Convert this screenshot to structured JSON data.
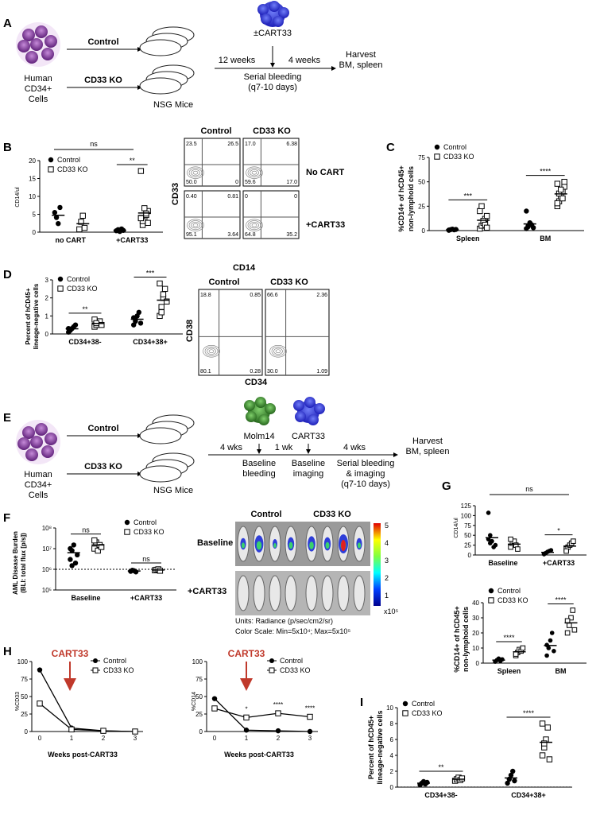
{
  "panels": {
    "A": {
      "letter": "A",
      "source_label": [
        "Human",
        "CD34+",
        "Cells"
      ],
      "arm_top": "Control",
      "arm_bottom": "CD33 KO",
      "mice_label": "NSG Mice",
      "cart_label": "±CART33",
      "t1": "12 weeks",
      "t2": "4 weeks",
      "bleed": [
        "Serial bleeding",
        "(q7-10 days)"
      ],
      "harvest": [
        "Harvest",
        "BM, spleen"
      ]
    },
    "B": {
      "letter": "B",
      "ylabel": "CD14/ul",
      "legend": [
        "Control",
        "CD33 KO"
      ],
      "groups": [
        "no CART",
        "+CART33"
      ],
      "ns": "ns",
      "sig": "**",
      "yticks": [
        "20",
        "15",
        "10",
        "5",
        "0"
      ],
      "flow": {
        "col_titles": [
          "Control",
          "CD33 KO"
        ],
        "row_titles": [
          "No CART",
          "+CART33"
        ],
        "xlabel": "CD14",
        "ylabel": "CD33",
        "quadrants": [
          [
            "23.5",
            "26.5",
            "50.0",
            "0"
          ],
          [
            "17.0",
            "6.38",
            "59.6",
            "17.0"
          ],
          [
            "0.40",
            "0.81",
            "95.1",
            "3.64"
          ],
          [
            "0",
            "0",
            "64.8",
            "35.2"
          ]
        ]
      }
    },
    "C": {
      "letter": "C",
      "ylabel": [
        "%CD14+ of hCD45+",
        "non-lymphoid cells"
      ],
      "legend": [
        "Control",
        "CD33 KO"
      ],
      "groups": [
        "Spleen",
        "BM"
      ],
      "sig": [
        "***",
        "****"
      ],
      "yticks": [
        "75",
        "50",
        "25",
        "0"
      ]
    },
    "D": {
      "letter": "D",
      "ylabel": [
        "Percent of hCD45+",
        "lineage-negative cells"
      ],
      "legend": [
        "Control",
        "CD33 KO"
      ],
      "groups": [
        "CD34+38-",
        "CD34+38+"
      ],
      "sig": [
        "**",
        "***"
      ],
      "yticks": [
        "3",
        "2",
        "1",
        "0"
      ],
      "flow": {
        "col_titles": [
          "Control",
          "CD33 KO"
        ],
        "xlabel": "CD34",
        "ylabel": "CD38",
        "quadrants": [
          [
            "18.8",
            "0.85",
            "80.1",
            "0.28"
          ],
          [
            "66.6",
            "2.36",
            "30.0",
            "1.09"
          ]
        ]
      }
    },
    "E": {
      "letter": "E",
      "source_label": [
        "Human",
        "CD34+",
        "Cells"
      ],
      "arm_top": "Control",
      "arm_bottom": "CD33 KO",
      "mice_label": "NSG Mice",
      "cell1": "Molm14",
      "cell2": "CART33",
      "t1": "4 wks",
      "t2": "1 wk",
      "t3": "4 wks",
      "step1": [
        "Baseline",
        "bleeding"
      ],
      "step2": [
        "Baseline",
        "imaging"
      ],
      "step3": [
        "Serial bleeding",
        "& imaging",
        "(q7-10 days)"
      ],
      "harvest": [
        "Harvest",
        "BM, spleen"
      ]
    },
    "F": {
      "letter": "F",
      "ylabel": [
        "AML Disease Burden",
        "(BLI: total flux [p/s])"
      ],
      "legend": [
        "Control",
        "CD33 KO"
      ],
      "groups": [
        "Baseline",
        "+CART33"
      ],
      "ns": [
        "ns",
        "ns"
      ],
      "yticks": [
        "10⁸",
        "10⁷",
        "10⁶",
        "10⁵"
      ],
      "img": {
        "col_titles": [
          "Control",
          "CD33 KO"
        ],
        "row_titles": [
          "Baseline",
          "+CART33"
        ],
        "scale": [
          "5",
          "4",
          "3",
          "2",
          "1"
        ],
        "scale_unit": "x10⁵",
        "units": "Units: Radiance (p/sec/cm2/sr)",
        "colorscale": "Color Scale: Min=5x10⁴; Max=5x10⁵"
      }
    },
    "G": {
      "letter": "G",
      "top": {
        "ylabel": "CD14/ul",
        "groups": [
          "Baseline",
          "+CART33"
        ],
        "ns": "ns",
        "sig": "*",
        "yticks": [
          "125",
          "100",
          "75",
          "50",
          "25",
          "0"
        ]
      },
      "bottom": {
        "ylabel": [
          "%CD14+ of hCD45+",
          "non-lymphoid cells"
        ],
        "legend": [
          "Control",
          "CD33 KO"
        ],
        "groups": [
          "Spleen",
          "BM"
        ],
        "sig": [
          "****",
          "****"
        ],
        "yticks": [
          "40",
          "30",
          "20",
          "10",
          "0"
        ]
      }
    },
    "H": {
      "letter": "H",
      "xlabel": "Weeks post-CART33",
      "cart_label": "CART33",
      "legend": [
        "Control",
        "CD33 KO"
      ],
      "left": {
        "ylabel": "%CD33",
        "yticks": [
          "100",
          "75",
          "50",
          "25",
          "0"
        ],
        "xticks": [
          "0",
          "1",
          "2",
          "3"
        ]
      },
      "right": {
        "ylabel": "%CD14",
        "yticks": [
          "100",
          "75",
          "50",
          "25",
          "0"
        ],
        "xticks": [
          "0",
          "1",
          "2",
          "3"
        ],
        "sig": [
          "*",
          "****",
          "****"
        ]
      }
    },
    "I": {
      "letter": "I",
      "ylabel": [
        "Percent of hCD45+",
        "lineage-negative cells"
      ],
      "legend": [
        "Control",
        "CD33 KO"
      ],
      "groups": [
        "CD34+38-",
        "CD34+38+"
      ],
      "sig": [
        "**",
        "****"
      ],
      "yticks": [
        "10",
        "8",
        "6",
        "4",
        "2",
        "0"
      ]
    }
  },
  "chart_data": [
    {
      "type": "scatter",
      "panel": "B",
      "ylim": [
        0,
        20
      ],
      "categories": [
        "no CART",
        "+CART33"
      ],
      "series": [
        {
          "name": "Control",
          "values": [
            [
              5.5,
              4.1,
              2.4,
              6.9
            ],
            [
              0.4,
              0.7,
              0.2,
              0.9,
              0.5
            ]
          ]
        },
        {
          "name": "CD33 KO",
          "values": [
            [
              0.8,
              2.9,
              4.6,
              1.2
            ],
            [
              17.1,
              2.0,
              3.6,
              4.8,
              5.9,
              4.0,
              3.1,
              6.7,
              5.2,
              2.6,
              3.9
            ]
          ]
        }
      ]
    },
    {
      "type": "scatter",
      "panel": "C",
      "ylim": [
        0,
        75
      ],
      "categories": [
        "Spleen",
        "BM"
      ],
      "series": [
        {
          "name": "Control",
          "values": [
            [
              0.5,
              1,
              1.5,
              0.8,
              1.2,
              0.3
            ],
            [
              2,
              4,
              8,
              6,
              3,
              20,
              5
            ]
          ]
        },
        {
          "name": "CD33 KO",
          "values": [
            [
              2,
              5,
              8,
              12,
              15,
              20,
              25,
              10,
              6,
              3
            ],
            [
              25,
              30,
              35,
              40,
              45,
              48,
              38,
              42,
              33,
              50,
              28
            ]
          ]
        }
      ]
    },
    {
      "type": "scatter",
      "panel": "D",
      "ylim": [
        0,
        3
      ],
      "categories": [
        "CD34+38-",
        "CD34+38+"
      ],
      "series": [
        {
          "name": "Control",
          "values": [
            [
              0.1,
              0.2,
              0.3,
              0.4,
              0.5,
              0.3,
              0.2
            ],
            [
              0.5,
              0.8,
              1.0,
              1.2,
              0.6,
              0.9,
              0.7
            ]
          ]
        },
        {
          "name": "CD33 KO",
          "values": [
            [
              0.4,
              0.5,
              0.6,
              0.7,
              0.5,
              0.8,
              0.6
            ],
            [
              1.0,
              1.5,
              2.0,
              2.5,
              1.8,
              2.8,
              1.2,
              2.2
            ]
          ]
        }
      ]
    },
    {
      "type": "scatter",
      "panel": "F",
      "log": true,
      "ylim": [
        100000,
        100000000
      ],
      "categories": [
        "Baseline",
        "+CART33"
      ],
      "series": [
        {
          "name": "Control",
          "values": [
            [
              3000000,
              8000000,
              15000000,
              2000000,
              5000000,
              10000000,
              1500000
            ],
            [
              800000,
              900000,
              850000,
              750000
            ]
          ]
        },
        {
          "name": "CD33 KO",
          "values": [
            [
              10000000,
              20000000,
              8000000,
              15000000,
              12000000,
              25000000
            ],
            [
              900000,
              950000,
              1000000,
              850000
            ]
          ]
        }
      ]
    },
    {
      "type": "scatter",
      "panel": "G-top",
      "ylim": [
        0,
        125
      ],
      "categories": [
        "Baseline",
        "+CART33"
      ],
      "series": [
        {
          "name": "Control",
          "values": [
            [
              107,
              50,
              35,
              20,
              25,
              40,
              30
            ],
            [
              2,
              5,
              8,
              10,
              12,
              3
            ]
          ]
        },
        {
          "name": "CD33 KO",
          "values": [
            [
              20,
              30,
              35,
              25,
              15,
              40
            ],
            [
              15,
              20,
              25,
              30,
              35,
              10
            ]
          ]
        }
      ]
    },
    {
      "type": "scatter",
      "panel": "G-bottom",
      "ylim": [
        0,
        40
      ],
      "categories": [
        "Spleen",
        "BM"
      ],
      "series": [
        {
          "name": "Control",
          "values": [
            [
              1,
              2,
              3,
              1.5,
              2.5
            ],
            [
              5,
              10,
              15,
              20,
              8,
              12
            ]
          ]
        },
        {
          "name": "CD33 KO",
          "values": [
            [
              5,
              7,
              9,
              8,
              10,
              6
            ],
            [
              20,
              25,
              30,
              35,
              22,
              28
            ]
          ]
        }
      ]
    },
    {
      "type": "line",
      "panel": "H-left",
      "ylim": [
        0,
        100
      ],
      "x": [
        0,
        1,
        2,
        3
      ],
      "series": [
        {
          "name": "Control",
          "values": [
            88,
            5,
            1,
            0
          ]
        },
        {
          "name": "CD33 KO",
          "values": [
            40,
            3,
            1,
            0
          ]
        }
      ]
    },
    {
      "type": "line",
      "panel": "H-right",
      "ylim": [
        0,
        100
      ],
      "x": [
        0,
        1,
        2,
        3
      ],
      "series": [
        {
          "name": "Control",
          "values": [
            47,
            2,
            1,
            0
          ]
        },
        {
          "name": "CD33 KO",
          "values": [
            33,
            20,
            26,
            21
          ]
        }
      ]
    },
    {
      "type": "scatter",
      "panel": "I",
      "ylim": [
        0,
        10
      ],
      "categories": [
        "CD34+38-",
        "CD34+38+"
      ],
      "series": [
        {
          "name": "Control",
          "values": [
            [
              0.3,
              0.5,
              0.7,
              0.4,
              0.6
            ],
            [
              0.5,
              1.0,
              1.5,
              2.0,
              0.8
            ]
          ]
        },
        {
          "name": "CD33 KO",
          "values": [
            [
              0.8,
              1.0,
              1.2,
              0.9,
              1.1
            ],
            [
              4.0,
              5.0,
              6.0,
              7.5,
              3.5,
              8.0,
              5.5
            ]
          ]
        }
      ]
    }
  ]
}
